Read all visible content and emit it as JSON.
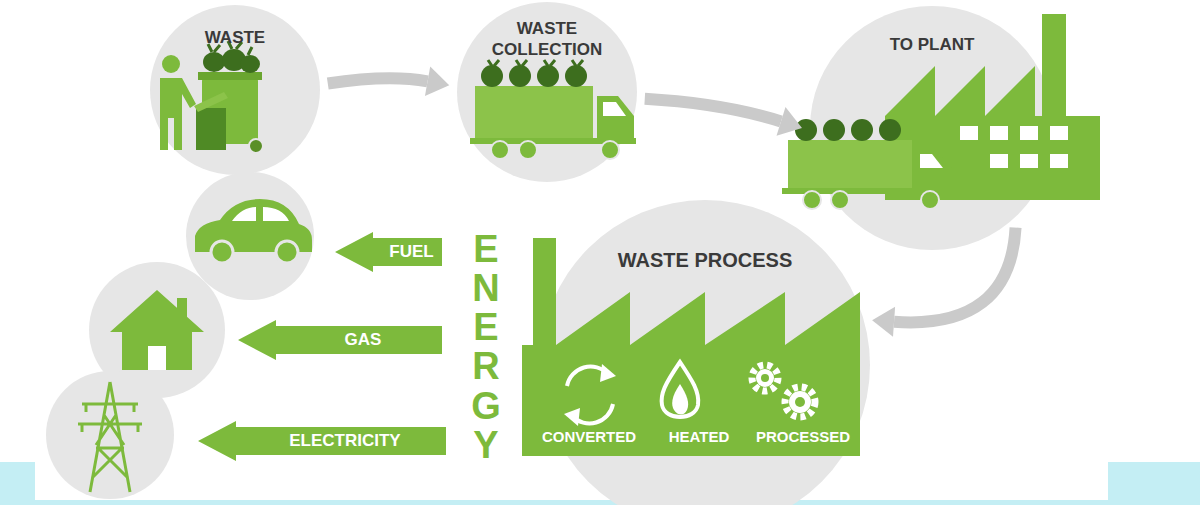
{
  "diagram": {
    "nodes": [
      {
        "text": [
          "WASTE"
        ]
      },
      {
        "text": [
          "WASTE COLLECTION"
        ]
      },
      {
        "text": [
          "TO PLANT"
        ]
      },
      {
        "text": [
          "FUEL"
        ]
      },
      {
        "text": [
          "GAS"
        ]
      },
      {
        "text": [
          "ELECTRICITY"
        ]
      },
      {
        "text": [
          "WASTE PROCESS"
        ]
      }
    ],
    "edges": [
      {
        "from": 0,
        "to": 1,
        "arrow": "to"
      },
      {
        "from": 1,
        "to": 2,
        "arrow": "to"
      },
      {
        "from": 2,
        "to": 6,
        "arrow": "to"
      }
    ],
    "labels": [
      "ENERGY",
      "CONVERTED",
      "HEATED",
      "PROCESSED"
    ]
  }
}
